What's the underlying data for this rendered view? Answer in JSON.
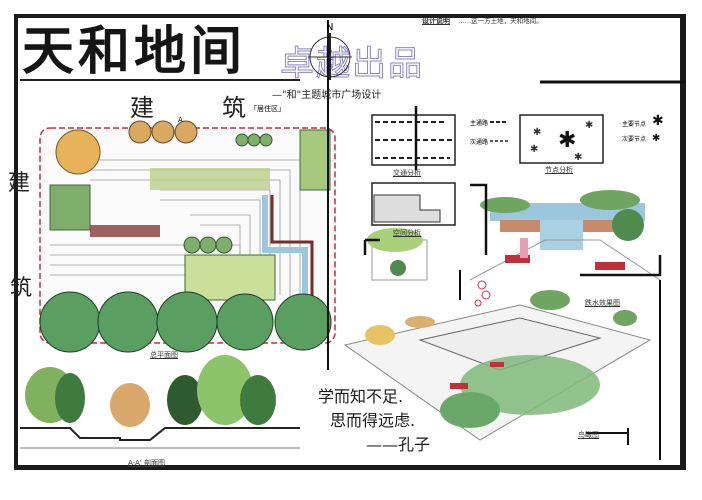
{
  "poster": {
    "title": "天和地间",
    "watermark": "卓越出品",
    "subtitle": "—\"和\"主题城市广场设计",
    "compass_label": "N",
    "building_top_1": "建",
    "building_top_2": "筑",
    "building_top_note": "「居住区」",
    "building_left_1": "建",
    "building_left_2": "筑",
    "section_marker": "A"
  },
  "description": {
    "heading": "设计说明",
    "body": "……这一方土地，天和地间。"
  },
  "analysis": {
    "traffic_label": "交通分析",
    "node_label": "节点分析",
    "space_label": "空间分析",
    "legend_main_path": "主通路",
    "legend_secondary_path": "次通路",
    "legend_main_node": "主要节点",
    "legend_secondary_node": "次要节点"
  },
  "views": {
    "plan_label": "总平面图",
    "perspective_label": "跌水效果图",
    "section_label": "A-A' 剖面图",
    "aerial_label": "鸟瞰图"
  },
  "quote": {
    "line1": "学而知不足.",
    "line2": "思而得远虑.",
    "author": "——孔子"
  },
  "colors": {
    "frame": "#1a1a1a",
    "plan_border": "#c0303a",
    "tree_green": "#5a9e62",
    "tree_tan": "#d4a45c",
    "water": "#9cc6dc",
    "watermark": "#8a86c9"
  }
}
